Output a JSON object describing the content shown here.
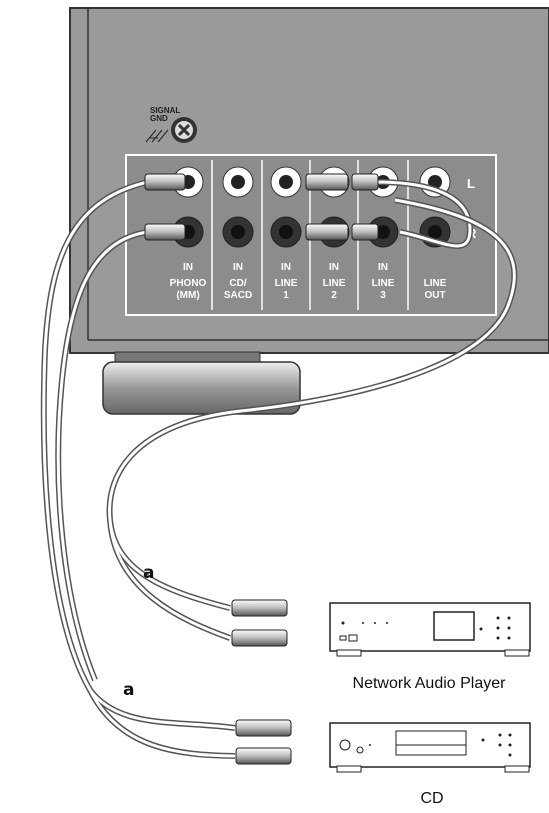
{
  "signal_gnd": {
    "line1": "SIGNAL",
    "line2": "GND"
  },
  "channels": {
    "left": "L",
    "right": "R"
  },
  "jacks": [
    {
      "dir": "IN",
      "name1": "PHONO",
      "name2": "(MM)"
    },
    {
      "dir": "IN",
      "name1": "CD/",
      "name2": "SACD"
    },
    {
      "dir": "IN",
      "name1": "LINE",
      "name2": "1"
    },
    {
      "dir": "IN",
      "name1": "LINE",
      "name2": "2"
    },
    {
      "dir": "IN",
      "name1": "LINE",
      "name2": "3"
    },
    {
      "dir": "LINE",
      "name1": "OUT",
      "name2": ""
    }
  ],
  "cable_labels": {
    "upper": "a",
    "lower": "a"
  },
  "devices": {
    "network_player": "Network Audio Player",
    "cd_player": "CD"
  }
}
